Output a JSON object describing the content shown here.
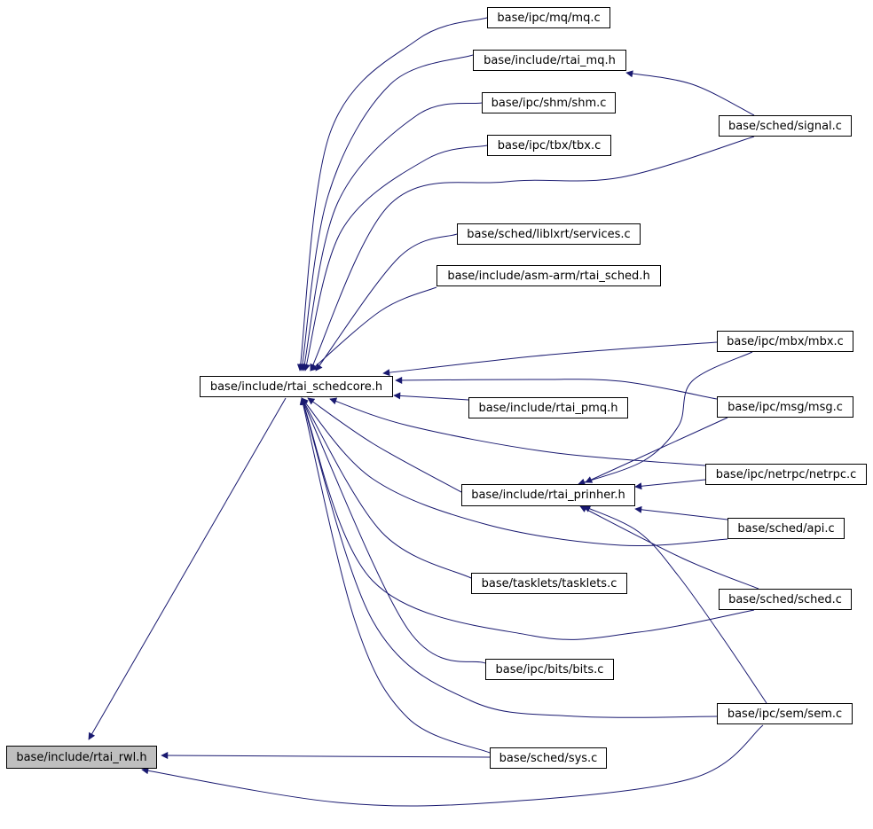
{
  "graph": {
    "edge_color": "#191970",
    "root_fill": "#bfbfbf",
    "node_fill": "#ffffff",
    "nodes": [
      {
        "id": "rwl",
        "label": "base/include/rtai_rwl.h",
        "root": true
      },
      {
        "id": "schedcore",
        "label": "base/include/rtai_schedcore.h"
      },
      {
        "id": "mqc",
        "label": "base/ipc/mq/mq.c"
      },
      {
        "id": "rtai_mq",
        "label": "base/include/rtai_mq.h"
      },
      {
        "id": "shmc",
        "label": "base/ipc/shm/shm.c"
      },
      {
        "id": "tbxc",
        "label": "base/ipc/tbx/tbx.c"
      },
      {
        "id": "signalc",
        "label": "base/sched/signal.c"
      },
      {
        "id": "services",
        "label": "base/sched/liblxrt/services.c"
      },
      {
        "id": "asmarm",
        "label": "base/include/asm-arm/rtai_sched.h"
      },
      {
        "id": "mbxc",
        "label": "base/ipc/mbx/mbx.c"
      },
      {
        "id": "pmq",
        "label": "base/include/rtai_pmq.h"
      },
      {
        "id": "msgc",
        "label": "base/ipc/msg/msg.c"
      },
      {
        "id": "netrpc",
        "label": "base/ipc/netrpc/netrpc.c"
      },
      {
        "id": "prinher",
        "label": "base/include/rtai_prinher.h"
      },
      {
        "id": "apic",
        "label": "base/sched/api.c"
      },
      {
        "id": "tasklets",
        "label": "base/tasklets/tasklets.c"
      },
      {
        "id": "schedc",
        "label": "base/sched/sched.c"
      },
      {
        "id": "bitsc",
        "label": "base/ipc/bits/bits.c"
      },
      {
        "id": "semc",
        "label": "base/ipc/sem/sem.c"
      },
      {
        "id": "sysc",
        "label": "base/sched/sys.c"
      }
    ],
    "edges": [
      {
        "from": "schedcore",
        "to": "rwl"
      },
      {
        "from": "sysc",
        "to": "rwl"
      },
      {
        "from": "semc",
        "to": "rwl"
      },
      {
        "from": "mqc",
        "to": "schedcore"
      },
      {
        "from": "rtai_mq",
        "to": "schedcore"
      },
      {
        "from": "shmc",
        "to": "schedcore"
      },
      {
        "from": "tbxc",
        "to": "schedcore"
      },
      {
        "from": "signalc",
        "to": "schedcore"
      },
      {
        "from": "services",
        "to": "schedcore"
      },
      {
        "from": "asmarm",
        "to": "schedcore"
      },
      {
        "from": "mbxc",
        "to": "schedcore"
      },
      {
        "from": "msgc",
        "to": "schedcore"
      },
      {
        "from": "pmq",
        "to": "schedcore"
      },
      {
        "from": "netrpc",
        "to": "schedcore"
      },
      {
        "from": "prinher",
        "to": "schedcore"
      },
      {
        "from": "apic",
        "to": "schedcore"
      },
      {
        "from": "tasklets",
        "to": "schedcore"
      },
      {
        "from": "schedc",
        "to": "schedcore"
      },
      {
        "from": "bitsc",
        "to": "schedcore"
      },
      {
        "from": "semc",
        "to": "schedcore"
      },
      {
        "from": "sysc",
        "to": "schedcore"
      },
      {
        "from": "signalc",
        "to": "rtai_mq"
      },
      {
        "from": "mbxc",
        "to": "prinher"
      },
      {
        "from": "msgc",
        "to": "prinher"
      },
      {
        "from": "netrpc",
        "to": "prinher"
      },
      {
        "from": "apic",
        "to": "prinher"
      },
      {
        "from": "schedc",
        "to": "prinher"
      },
      {
        "from": "semc",
        "to": "prinher"
      }
    ]
  }
}
